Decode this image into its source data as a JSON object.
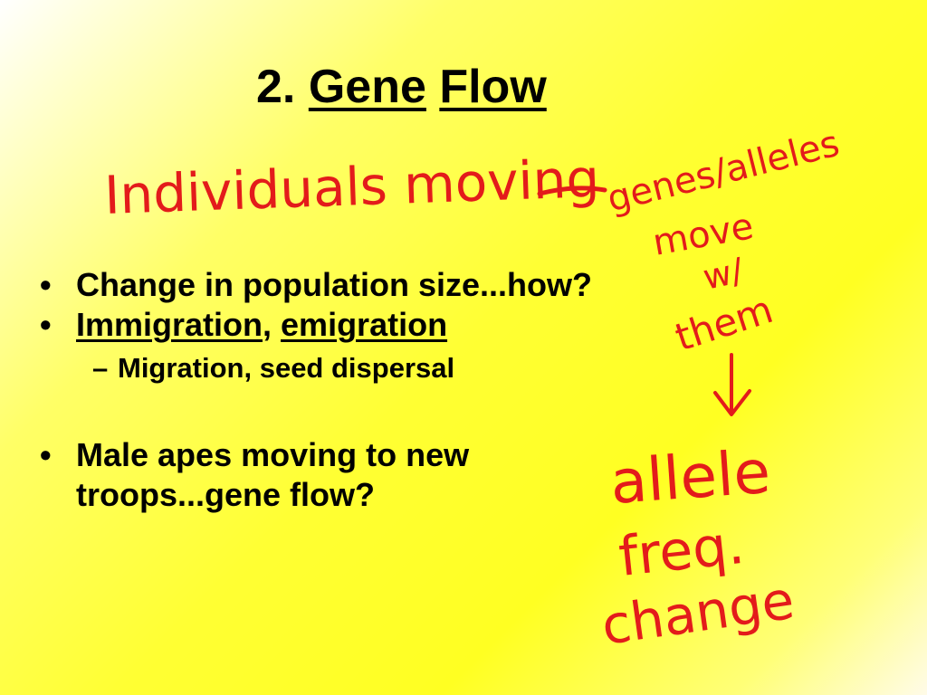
{
  "title": {
    "number": "2.",
    "word1": "Gene",
    "word2": "Flow"
  },
  "bullets": [
    {
      "glyph": "•",
      "text": "Change in population size...how?"
    },
    {
      "glyph": "•",
      "part1": "Immigration",
      "sep": ", ",
      "part2": "emigration"
    },
    {
      "glyph": "•",
      "line1": "Male apes moving to new",
      "line2": "troops...gene flow?"
    }
  ],
  "sub_bullet": {
    "glyph": "–",
    "text": "Migration, seed dispersal"
  },
  "handwriting": {
    "ink_color": "#e31b1b",
    "note1": "Individuals moving",
    "note2_line1": "genes/alleles",
    "note2_line2": "move",
    "note2_line3": "w/",
    "note2_line4": "them",
    "note3_line1": "allele",
    "note3_line2": "freq.",
    "note3_line3": "change"
  }
}
